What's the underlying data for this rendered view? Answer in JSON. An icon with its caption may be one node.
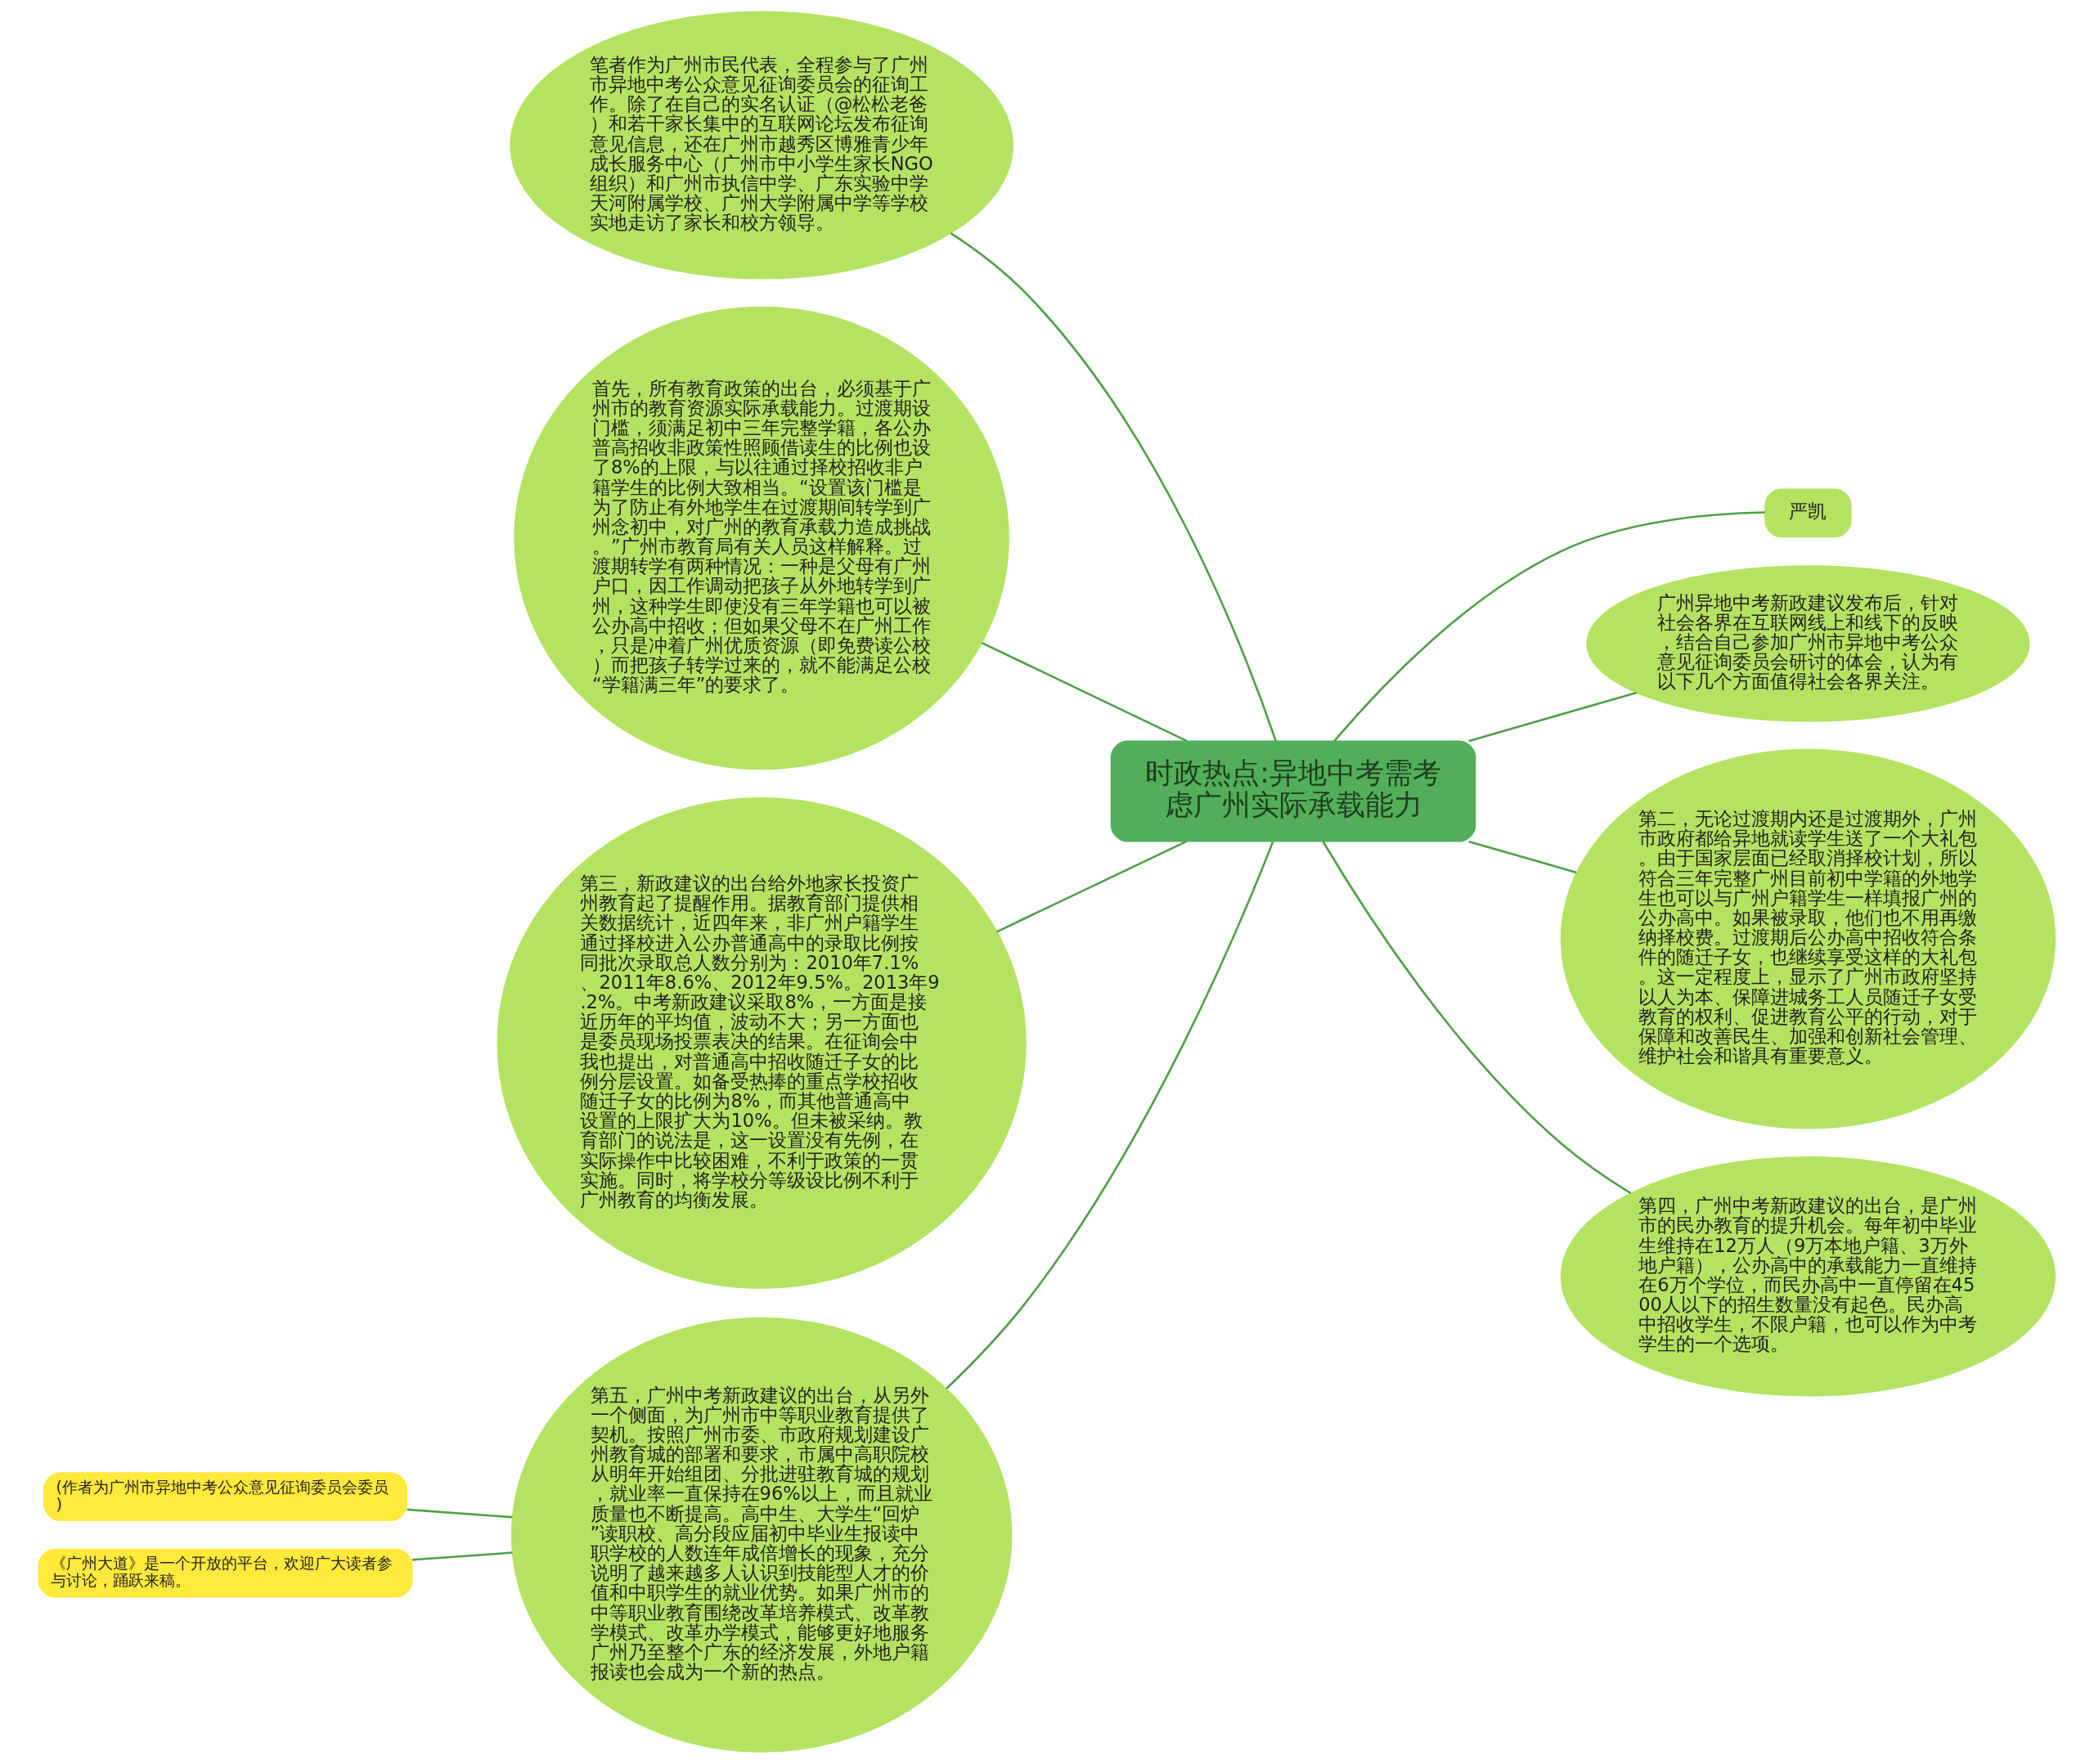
{
  "diagram": {
    "nodes": [
      {
        "text": [
          "时政热点:异地中考需考虑广州实际承载能力"
        ]
      },
      {
        "text": [
          "严凯"
        ]
      },
      {
        "text": [
          "广州异地中考新政建议发布后，针对社会各界在互联网线上和线下的反映，结合自己参加广州市异地中考公众意见征询委员会研讨的体会，认为有以下几个方面值得社会各界关注。"
        ]
      },
      {
        "text": [
          "第二，无论过渡期内还是过渡期外，广州市政府都给异地就读学生送了一个大礼包。由于国家层面已经取消择校计划，所以符合三年完整广州目前初中学籍的外地学生也可以与广州户籍学生一样填报广州的公办高中。如果被录取，他们也不用再缴纳择校费。过渡期后公办高中招收符合条件的随迁子女，也继续享受这样的大礼包。这一定程度上，显示了广州市政府坚持以人为本、保障进城务工人员随迁子女受教育的权利、促进教育公平的行动，对于保障和改善民生、加强和创新社会管理、维护社会和谐具有重要意义。"
        ]
      },
      {
        "text": [
          "第四，广州中考新政建议的出台，是广州市的民办教育的提升机会。每年初中毕业生维持在12万人（9万本地户籍、3万外地户籍），公办高中的承载能力一直维持在6万个学位，而民办高中一直停留在4500人以下的招生数量没有起色。民办高中招收学生，不限户籍，也可以作为中考学生的一个选项。"
        ]
      },
      {
        "text": [
          "笔者作为广州市民代表，全程参与了广州市异地中考公众意见征询委员会的征询工作。除了在自己的实名认证（@松松老爸）和若干家长集中的互联网论坛发布征询意见信息，还在广州市越秀区博雅青少年成长服务中心（广州市中小学生家长NGO组织）和广州市执信中学、广东实验中学天河附属学校、广州大学附属中学等学校实地走访了家长和校方领导。"
        ]
      },
      {
        "text": [
          "首先，所有教育政策的出台，必须基于广州市的教育资源实际承载能力。过渡期设门槛，须满足初中三年完整学籍，各公办普高招收非政策性照顾借读生的比例也设了8%的上限，与以往通过择校招收非户籍学生的比例大致相当。“设置该门槛是为了防止有外地学生在过渡期间转学到广州念初中，对广州的教育承载力造成挑战。”广州市教育局有关人员这样解释。过渡期转学有两种情况：一种是父母有广州户口，因工作调动把孩子从外地转学到广州，这种学生即使没有三年学籍也可以被公办高中招收；但如果父母不在广州工作，只是冲着广州优质资源（即免费读公校）而把孩子转学过来的，就不能满足公校“学籍满三年”的要求了。"
        ]
      },
      {
        "text": [
          "第三，新政建议的出台给外地家长投资广州教育起了提醒作用。据教育部门提供相关数据统计，近四年来，非广州户籍学生通过择校进入公办普通高中的录取比例按同批次录取总人数分别为：2010年7.1%、2011年8.6%、2012年9.5%。2013年9.2%。中考新政建议采取8%，一方面是接近历年的平均值，波动不大；另一方面也是委员现场投票表决的结果。在征询会中我也提出，对普通高中招收随迁子女的比例分层设置。如备受热捧的重点学校招收随迁子女的比例为8%，而其他普通高中设置的上限扩大为10%。但未被采纳。教育部门的说法是，这一设置没有先例，在实际操作中比较困难，不利于政策的一贯实施。同时，将学校分等级设比例不利于广州教育的均衡发展。"
        ]
      },
      {
        "text": [
          "第五，广州中考新政建议的出台，从另外一个侧面，为广州市中等职业教育提供了契机。按照广州市委、市政府规划建设广州教育城的部署和要求，市属中高职院校从明年开始组团、分批进驻教育城的规划，就业率一直保持在96%以上，而且就业质量也不断提高。高中生、大学生“回炉”读职校、高分段应届初中毕业生报读中职学校的人数连年成倍增长的现象，充分说明了越来越多人认识到技能型人才的价值和中职学生的就业优势。如果广州市的中等职业教育围绕改革培养模式、改革教学模式、改革办学模式，能够更好地服务广州乃至整个广东的经济发展，外地户籍报读也会成为一个新的热点。"
        ]
      },
      {
        "text": [
          "(作者为广州市异地中考公众意见征询委员会委员)"
        ]
      },
      {
        "text": [
          "《广州大道》是一个开放的平台，欢迎广大读者参与讨论，踊跃来稿。"
        ]
      }
    ],
    "edges": [
      {
        "from": 0,
        "to": 1,
        "arrow": "none"
      },
      {
        "from": 0,
        "to": 2,
        "arrow": "none"
      },
      {
        "from": 0,
        "to": 3,
        "arrow": "none"
      },
      {
        "from": 0,
        "to": 4,
        "arrow": "none"
      },
      {
        "from": 0,
        "to": 5,
        "arrow": "none"
      },
      {
        "from": 0,
        "to": 6,
        "arrow": "none"
      },
      {
        "from": 0,
        "to": 7,
        "arrow": "none"
      },
      {
        "from": 0,
        "to": 8,
        "arrow": "none"
      },
      {
        "from": 8,
        "to": 9,
        "arrow": "none"
      },
      {
        "from": 8,
        "to": 10,
        "arrow": "none"
      }
    ]
  }
}
